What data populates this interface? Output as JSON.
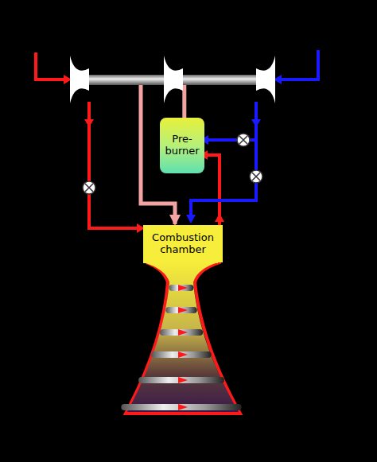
{
  "diagram": {
    "nodes": [
      {
        "text": [
          "Pre- burner"
        ]
      },
      {
        "text": [
          "Combustion chamber"
        ]
      }
    ],
    "edges": [
      {
        "from": 0,
        "to": 1,
        "arrow": "to"
      }
    ]
  }
}
